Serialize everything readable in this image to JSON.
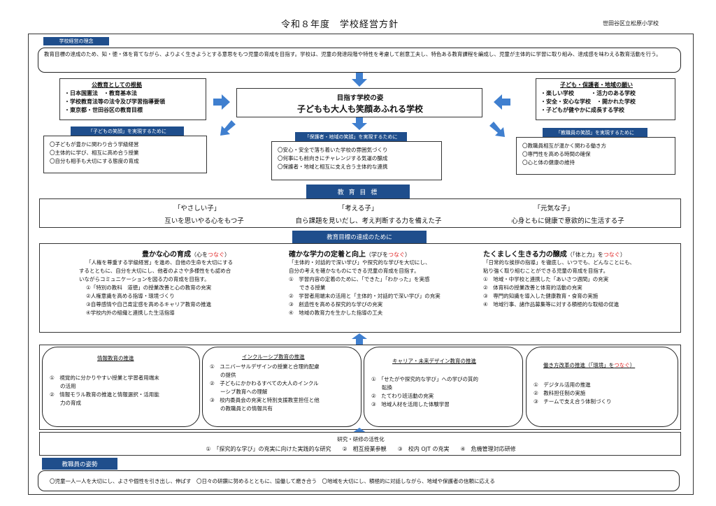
{
  "doc": {
    "title": "令和８年度　学校経営方針",
    "school": "世田谷区立松原小学校"
  },
  "philosophy": {
    "header": "学校経営の理念",
    "text": "教育目標の達成のため、知・徳・体を育てながら、よりよく生きようとする意思をもつ児童の育成を目指す。学校は、児童の発達段階や特性を考慮して創意工夫し、特色ある教育課程を編成し、児童が主体的に学習に取り組み、達成感を味わえる教育活動を行う。"
  },
  "basis": {
    "title": "公教育としての根拠",
    "items": [
      "・日本国憲法　・教育基本法",
      "・学校教育法等の法令及び学習指導要領",
      "・東京都・世田谷区の教育目標"
    ]
  },
  "wishes": {
    "title": "子ども・保護者・地域の願い",
    "items": [
      "・楽しい学校　　　・活力のある学校",
      "・安全・安心な学校　・開かれた学校",
      "・子どもが健やかに成長する学校"
    ]
  },
  "vision": {
    "label": "目指す学校の姿",
    "text": "子どもも大人も笑顔あふれる学校"
  },
  "smile_children": {
    "header": "「子どもの笑顔」を実現するために",
    "items": [
      "〇子どもが豊かに関わり合う学級経営",
      "〇主体的に学び、相互に高め合う授業",
      "〇自分も相手も大切にする態度の育成"
    ]
  },
  "smile_parents": {
    "header": "「保護者・地域の笑顔」を実現するために",
    "items": [
      "〇安心・安全で落ち着いた学校の雰囲気づくり",
      "〇何事にも前向きにチャレンジする気運の醸成",
      "〇保護者・地域と相互に支え合う主体的な連携"
    ]
  },
  "smile_staff": {
    "header": "「教職員の笑顔」を実現するために",
    "items": [
      "〇教職員相互が温かく関わる働き方",
      "〇専門性を高める時間の確保",
      "〇心と体の健康の維持"
    ]
  },
  "goals": {
    "header": "教 育 目 標",
    "items": [
      {
        "name": "「やさしい子」",
        "desc": "互いを思いやる心をもつ子"
      },
      {
        "name": "「考える子」",
        "desc": "自ら課題を見いだし、考え判断する力を備えた子"
      },
      {
        "name": "「元気な子」",
        "desc": "心身ともに健康で意欲的に生活する子"
      }
    ]
  },
  "achieve": {
    "header": "教育目標の達成のために",
    "cols": [
      {
        "title": "豊かな心の育成",
        "sub_pre": "（心を",
        "sub_red": "つなぐ",
        "sub_post": "）",
        "lines": [
          "「人権を尊重する学級経営」を進め、自他の生命を大切にする",
          "するとともに、自分を大切にし、他者のよさや多様性をも認め合",
          "いながらコミュニケーションを図る力の育成を目指す。",
          "①「特別の教科　道徳」の授業改善と心の教育の充実",
          "②人権意識を高める指導・環境づくり",
          "③自尊感情や自己肯定感を高めるキャリア教育の推進",
          "④学校内外の組織と連携した生活指導"
        ]
      },
      {
        "title": "確かな学力の定着と向上",
        "sub_pre": "（学びを",
        "sub_red": "つなぐ",
        "sub_post": "）",
        "lines": [
          "「主体的・対話的で深い学び」や探究的な学びを大切にし、",
          "自分の考えを確かなものにできる児童の育成を目指す。",
          "①　学習内容の定着のために、「できた」「わかった」を実感",
          "　　できる授業",
          "②　学習者用端末の活用と「主体的・対話的で深い学び」の充実",
          "③　創造性を高める探究的な学びの充実",
          "④　地域の教育力を生かした指導の工夫"
        ]
      },
      {
        "title": "たくましく生きる力の醸成",
        "sub_pre": "（「体と力」を",
        "sub_red": "つなぐ",
        "sub_post": "）",
        "lines": [
          "「日常的な挨拶の指導」を徹底し、いつでも、どんなことにも、",
          "粘り強く取り組むことができる児童の育成を目指す。",
          "①　地域・中学校と連携した「あいさつ週間」の充実",
          "②　体育科の授業改善と体育的活動の充実",
          "③　専門的知識を導入した健康教育・食育の実施",
          "④　地域行事、諸作品募集等に対する積極的な取組の促進"
        ]
      }
    ]
  },
  "promos": [
    {
      "title": "情報教育の推進",
      "items": [
        "①　視覚的に分かりやすい授業と学習者用端末",
        "　　の活用",
        "②　情報モラル教育の推進と情報選択・活用能",
        "　　力の育成"
      ]
    },
    {
      "title": "インクルーシブ教育の推進",
      "items": [
        "①　ユニバーサルデザインの授業と合理的配慮",
        "　　の提供",
        "②　子どもにかかわるすべての大人のインクル",
        "　　ーシブ教育への理解",
        "③　校内委員会の充実と特別支援教室担任と他",
        "　　の教職員との情報共有"
      ]
    },
    {
      "title": "キャリア・未来デザイン教育の推進",
      "items": [
        "①　「せたがや探究的な学び」への学びの質的",
        "　　転換",
        "②　たてわり班活動の充実",
        "③　地域人材を活用した体験学習"
      ]
    },
    {
      "title_pre": "働き方改革の推進（「環境」を",
      "title_red": "つなぐ",
      "title_post": "）",
      "items": [
        "①　デジタル活用の推進",
        "②　教科担任制の実施",
        "③　チームで支え合う体制づくり"
      ]
    }
  ],
  "research": {
    "title": "研究・研修の活性化",
    "text": "①　「探究的な学び」の充実に向けた実践的な研究　　②　相互授業参観　　③　校内 OJT の充実　　④　危機管理対応研修"
  },
  "staff": {
    "header": "教職員の姿勢",
    "text": "〇児童一人一人を大切にし、よさや個性を引き出し、伸ばす　〇日々の研鑽に努めるとともに、協働して磨き合う　〇地域を大切にし、積極的に対話しながら、地域や保護者の信頼に応える"
  },
  "colors": {
    "header_bg": "#1f4e8c",
    "arrow": "#3f7fcf",
    "accent_red": "#e02020"
  }
}
